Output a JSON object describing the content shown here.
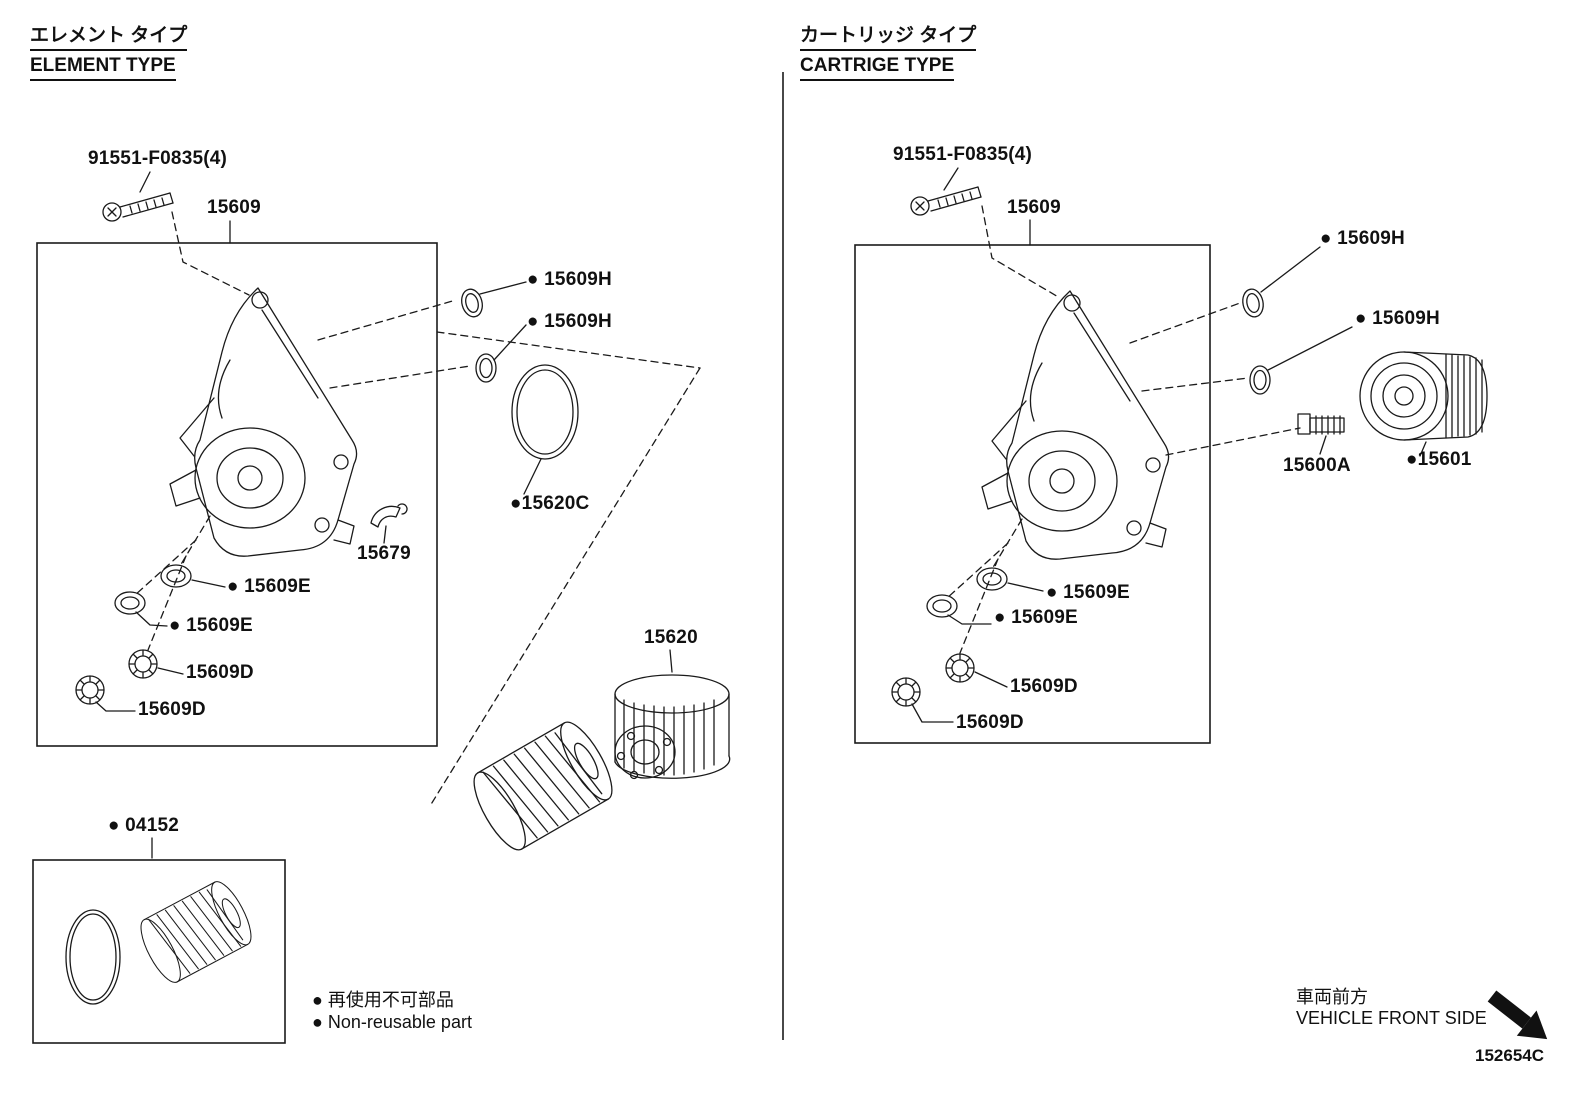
{
  "page": {
    "doc_code": "152654C"
  },
  "left": {
    "title_jp": "エレメント タイプ",
    "title_en": "ELEMENT TYPE",
    "bolt": "91551-F0835(4)",
    "housing": "15609",
    "oring_h1": "● 15609H",
    "oring_h2": "● 15609H",
    "gasket": "●15620C",
    "clip": "15679",
    "seal_e1": "● 15609E",
    "seal_e2": "● 15609E",
    "cap_d1": "15609D",
    "cap_d2": "15609D",
    "element": "● 04152",
    "filter_cap": "15620",
    "legend_jp": "● 再使用不可部品",
    "legend_en": "● Non-reusable part"
  },
  "right": {
    "title_jp": "カートリッジ タイプ",
    "title_en": "CARTRIGE TYPE",
    "bolt": "91551-F0835(4)",
    "housing": "15609",
    "oring_h1": "● 15609H",
    "oring_h2": "● 15609H",
    "plug": "15600A",
    "cartridge": "●15601",
    "seal_e1": "● 15609E",
    "seal_e2": "● 15609E",
    "cap_d1": "15609D",
    "cap_d2": "15609D",
    "front_jp": "車両前方",
    "front_en": "VEHICLE FRONT SIDE"
  }
}
